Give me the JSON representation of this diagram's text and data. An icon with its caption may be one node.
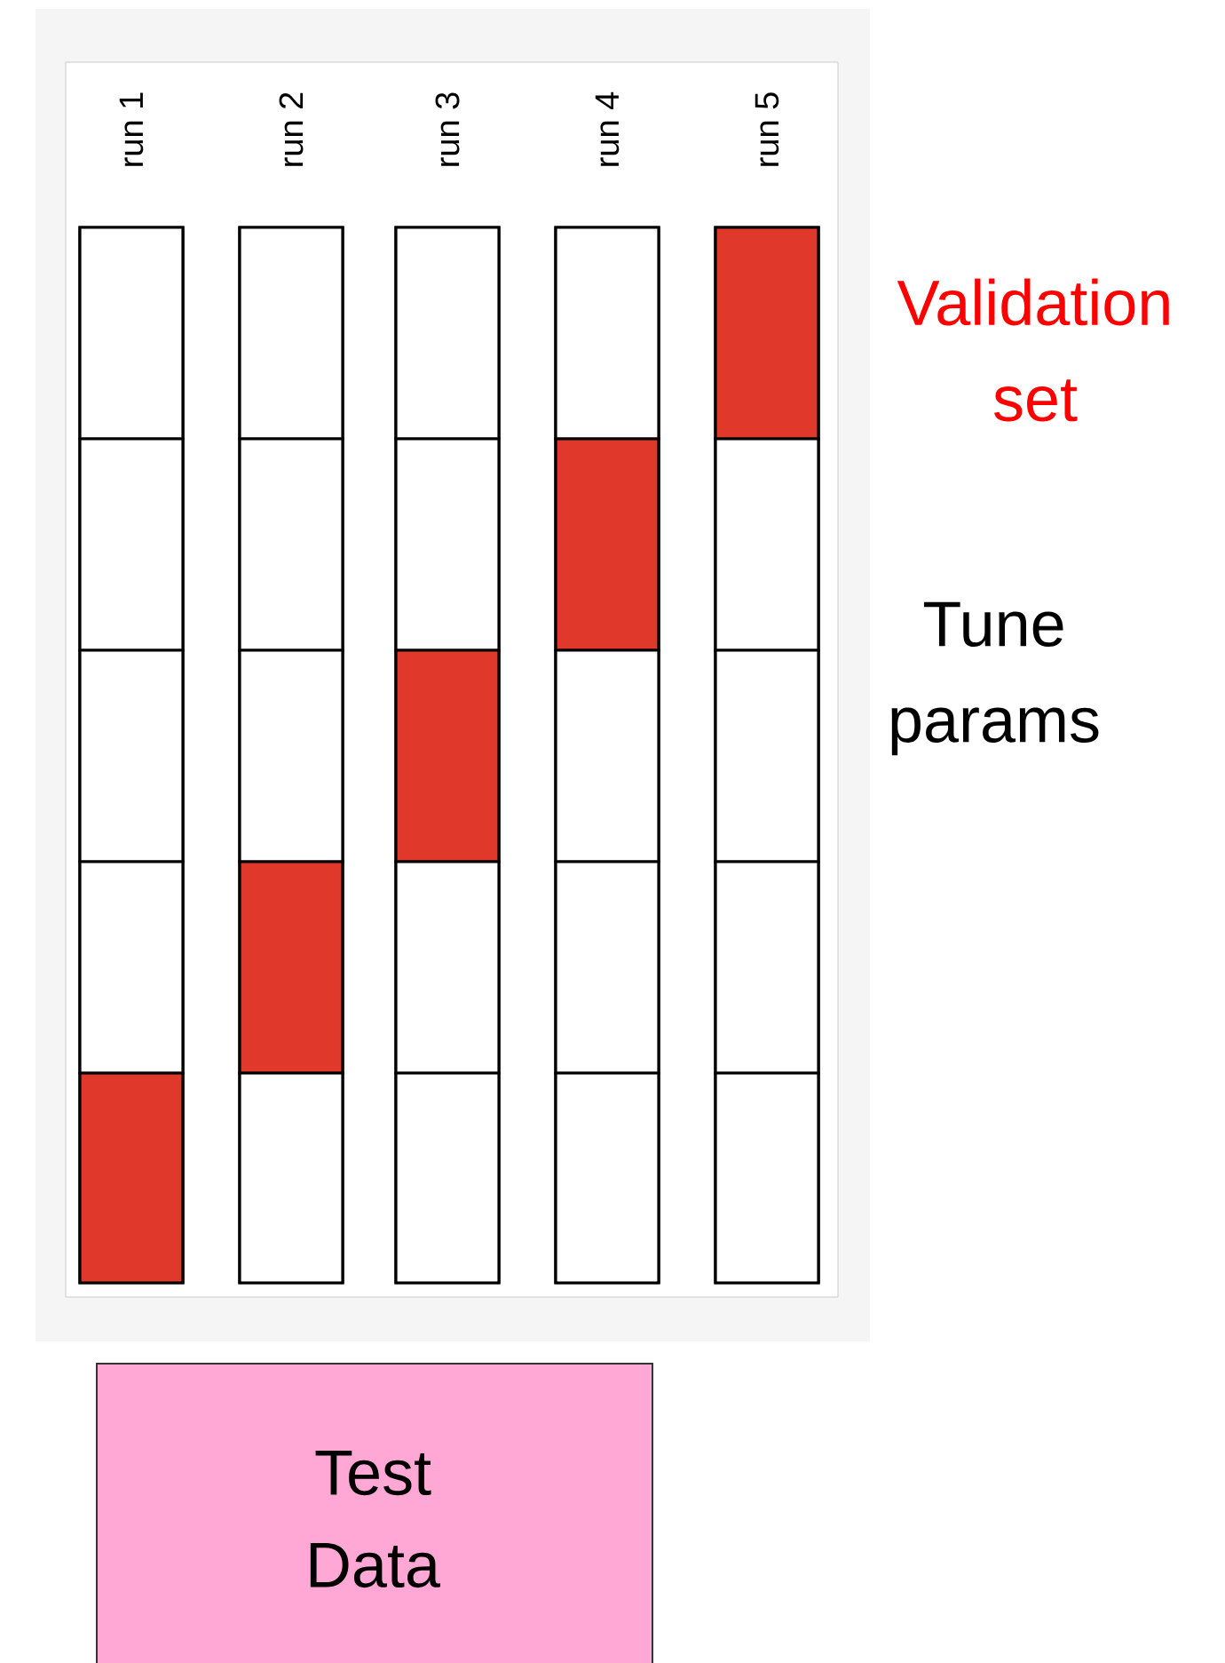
{
  "diagram": {
    "nodes": [
      {
        "text": [
          "run 1"
        ]
      },
      {
        "text": [],
        "shape": "box",
        "in": 0
      },
      {
        "text": [],
        "shape": "box",
        "in": 0
      },
      {
        "text": [],
        "shape": "box",
        "in": 0
      },
      {
        "text": [],
        "shape": "box",
        "in": 0
      },
      {
        "text": [],
        "shape": "box",
        "in": 0
      },
      {
        "text": [
          "run 2"
        ]
      },
      {
        "text": [],
        "shape": "box",
        "in": 6
      },
      {
        "text": [],
        "shape": "box",
        "in": 6
      },
      {
        "text": [],
        "shape": "box",
        "in": 6
      },
      {
        "text": [],
        "shape": "box",
        "in": 6
      },
      {
        "text": [],
        "shape": "box",
        "in": 6
      },
      {
        "text": [
          "run 3"
        ]
      },
      {
        "text": [],
        "shape": "box",
        "in": 12
      },
      {
        "text": [],
        "shape": "box",
        "in": 12
      },
      {
        "text": [],
        "shape": "box",
        "in": 12
      },
      {
        "text": [],
        "shape": "box",
        "in": 12
      },
      {
        "text": [],
        "shape": "box",
        "in": 12
      },
      {
        "text": [
          "run 4"
        ]
      },
      {
        "text": [],
        "shape": "box",
        "in": 18
      },
      {
        "text": [],
        "shape": "box",
        "in": 18
      },
      {
        "text": [],
        "shape": "box",
        "in": 18
      },
      {
        "text": [],
        "shape": "box",
        "in": 18
      },
      {
        "text": [],
        "shape": "box",
        "in": 18
      },
      {
        "text": [
          "run 5"
        ]
      },
      {
        "text": [],
        "shape": "box",
        "in": 24
      },
      {
        "text": [],
        "shape": "box",
        "in": 24
      },
      {
        "text": [],
        "shape": "box",
        "in": 24
      },
      {
        "text": [],
        "shape": "box",
        "in": 24
      },
      {
        "text": [],
        "shape": "box",
        "in": 24
      },
      {
        "text": [
          "Test Data"
        ]
      }
    ],
    "labels": [
      "Validation set",
      "Tune params"
    ]
  }
}
